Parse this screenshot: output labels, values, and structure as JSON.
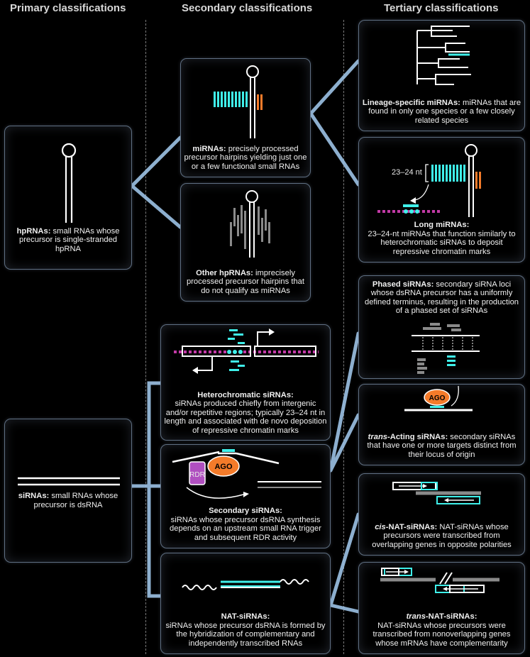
{
  "headers": {
    "primary": "Primary classifications",
    "secondary": "Secondary classifications",
    "tertiary": "Tertiary classifications"
  },
  "colors": {
    "cyan": "#3ff0ea",
    "orange": "#f47b2a",
    "magenta": "#c23aa6",
    "gray": "#8a8a8a",
    "connector": "#9dc3e6",
    "box_border": "#5f6f82",
    "rdr": "#b04fc0"
  },
  "boxes": {
    "hprnas": {
      "term": "hpRNAs:",
      "desc": " small RNAs whose precursor is single-stranded hpRNA"
    },
    "sirnas": {
      "term": "siRNAs:",
      "desc": " small RNAs whose precursor is dsRNA"
    },
    "mirnas": {
      "term": "miRNAs:",
      "desc": " precisely processed precursor hairpins yielding just one or a few functional small RNAs"
    },
    "other_hprnas": {
      "term": "Other hpRNAs:",
      "desc": " imprecisely processed precursor hairpins that do not qualify as miRNAs"
    },
    "heterochromatic": {
      "term": "Heterochromatic siRNAs:",
      "desc": "siRNAs produced chiefly from intergenic and/or repetitive regions; typically 23–24 nt in length and associated with de novo deposition of repressive chromatin marks"
    },
    "secondary": {
      "term": "Secondary siRNAs:",
      "desc": "siRNAs whose precursor dsRNA synthesis depends on an upstream small RNA trigger and subsequent RDR activity"
    },
    "nat": {
      "term": "NAT-siRNAs:",
      "desc": "siRNAs whose precursor dsRNA is formed by the hybridization of complementary and independently transcribed RNAs"
    },
    "lineage": {
      "term": "Lineage-specific miRNAs:",
      "desc": " miRNAs that are found in only one species or a few closely related species"
    },
    "long_mirnas": {
      "term": "Long miRNAs:",
      "desc": "23–24-nt miRNAs that function similarly to heterochromatic siRNAs to deposit repressive chromatin marks"
    },
    "phased": {
      "term": "Phased siRNAs:",
      "desc": " secondary siRNA loci whose dsRNA precursor has a uniformly defined terminus, resulting in the production of a phased set of siRNAs"
    },
    "trans_acting": {
      "term_italic": "trans",
      "term_rest": "-Acting siRNAs:",
      "desc": " secondary siRNAs that have one or more targets distinct from their locus of origin"
    },
    "cis_nat": {
      "term_italic": "cis",
      "term_rest": "-NAT-siRNAs:",
      "desc": " NAT-siRNAs whose precursors were transcribed from overlapping genes in opposite polarities"
    },
    "trans_nat": {
      "term_italic": "trans",
      "term_rest": "-NAT-siRNAs:",
      "desc": "NAT-siRNAs whose precursors were transcribed from nonoverlapping genes whose mRNAs have complementarity"
    }
  },
  "labels": {
    "nt_label": "23–24 nt",
    "ago": "AGO",
    "rdr": "RDR"
  }
}
